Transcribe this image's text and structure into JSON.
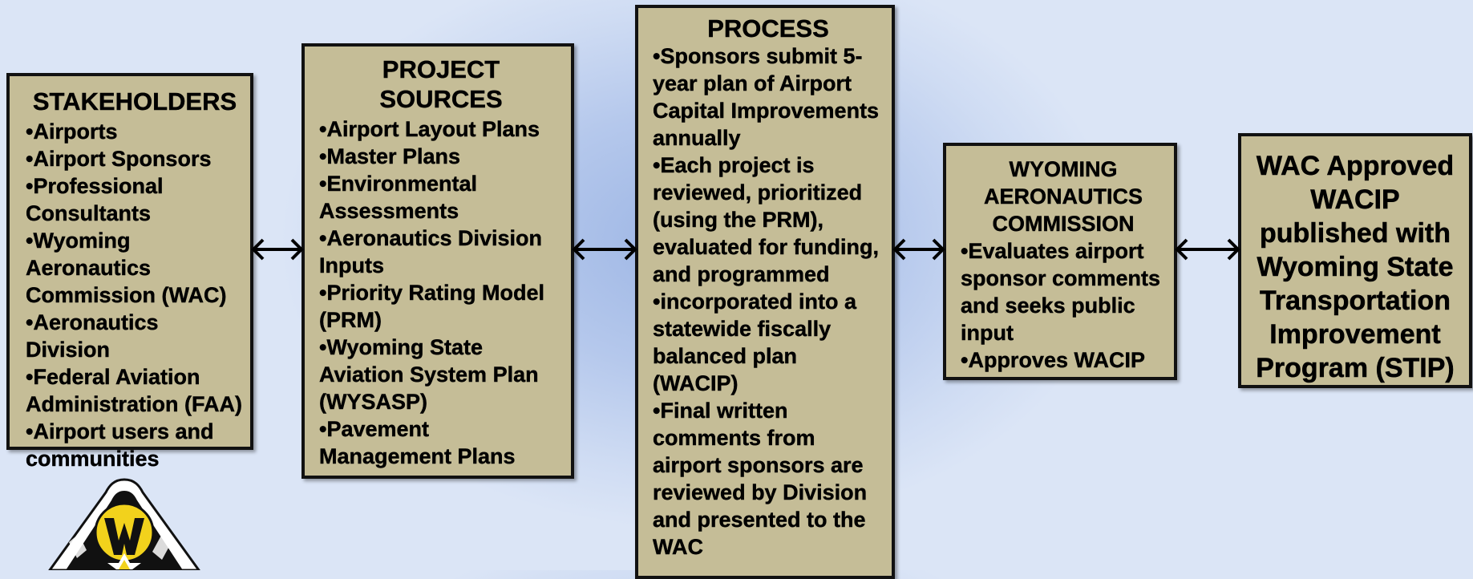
{
  "stakeholders": {
    "title": "STAKEHOLDERS",
    "items": [
      "Airports",
      "Airport Sponsors",
      "Professional Consultants",
      "Wyoming Aeronautics Commission (WAC)",
      "Aeronautics Division",
      "Federal Aviation Administration (FAA)",
      "Airport users and communities"
    ]
  },
  "project_sources": {
    "title": "PROJECT SOURCES",
    "items": [
      "Airport Layout Plans",
      "Master Plans",
      "Environmental Assessments",
      "Aeronautics Division Inputs",
      "Priority Rating Model (PRM)",
      "Wyoming State Aviation System Plan (WYSASP)",
      "Pavement Management Plans"
    ]
  },
  "process": {
    "title": "PROCESS",
    "items": [
      "Sponsors submit 5-year plan of Airport Capital Improvements annually",
      "Each project is reviewed, prioritized (using the PRM), evaluated for funding, and programmed",
      "incorporated into a statewide fiscally balanced plan (WACIP)",
      "Final written comments from airport sponsors are reviewed by Division and presented to the WAC"
    ]
  },
  "commission": {
    "title": "WYOMING AERONAUTICS COMMISSION",
    "items": [
      "Evaluates airport sponsor comments and seeks public input",
      "Approves WACIP"
    ]
  },
  "result": {
    "text": "WAC Approved WACIP published with Wyoming State Transportation Improvement Program (STIP)"
  },
  "colors": {
    "box_fill": "#c5bd97",
    "box_border": "#111111",
    "logo_yellow": "#f2d21c"
  },
  "logo": {
    "icon": "wydot-triangle-logo"
  }
}
